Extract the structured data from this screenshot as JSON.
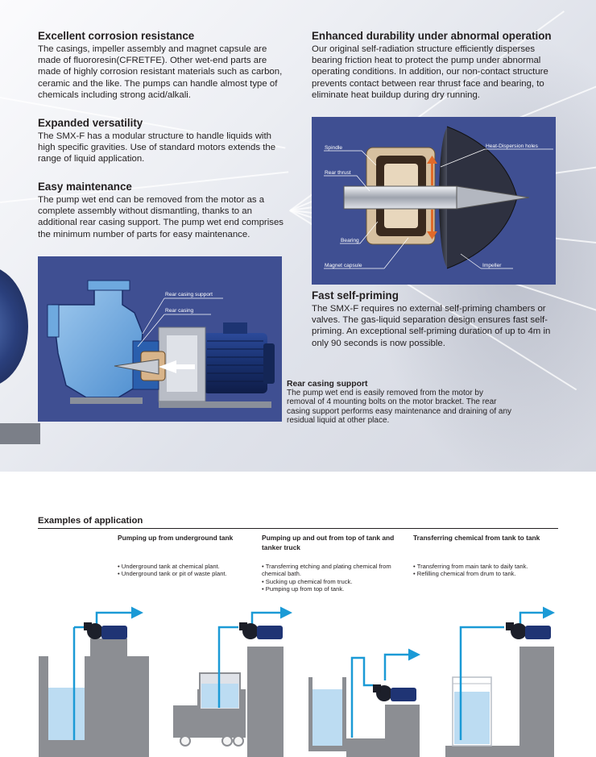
{
  "sections": {
    "corrosion": {
      "heading": "Excellent corrosion resistance",
      "body": "The casings, impeller assembly and magnet capsule are made of fluororesin(CFRETFE). Other wet-end parts are made of highly corrosion resistant materials such as carbon, ceramic and the like. The pumps can handle almost type of chemicals including strong acid/alkali."
    },
    "versatility": {
      "heading": "Expanded versatility",
      "body": "The SMX-F has a modular structure to handle liquids with high specific gravities. Use of standard motors extends the range of liquid application."
    },
    "maintenance": {
      "heading": "Easy maintenance",
      "body": "The pump wet end can be removed from the motor as a complete assembly without dismantling, thanks to an additional rear casing support. The pump wet end comprises the minimum number of parts for easy maintenance."
    },
    "durability": {
      "heading": "Enhanced durability under abnormal operation",
      "body": "Our original self-radiation structure efficiently disperses bearing friction heat to protect the pump under abnormal operating conditions. In addition, our non-contact structure prevents contact between rear thrust face and bearing, to eliminate heat buildup during dry running."
    },
    "self_priming": {
      "heading": "Fast self-priming",
      "body": "The SMX-F requires no external self-priming chambers or valves. The gas-liquid separation design ensures fast self-priming. An exceptional self-priming duration of up to 4m in only 90 seconds is now possible."
    },
    "rear_casing_support": {
      "heading": "Rear casing support",
      "body": "The pump wet end is easily removed from the motor by removal of 4 mounting bolts on the motor bracket. The rear casing support performs easy maintenance and draining of any residual liquid at other place."
    }
  },
  "figure_pump": {
    "labels": [
      "Rear casing support",
      "Rear casing"
    ]
  },
  "figure_bearing": {
    "labels": [
      "Spindle",
      "Rear thrust",
      "Bearing",
      "Magnet capsule",
      "Heat-Dispersion holes",
      "Impeller"
    ]
  },
  "applications": {
    "title": "Examples of application",
    "columns": [
      {
        "title": "Pumping up from underground tank",
        "items": [
          "Underground tank at chemical plant.",
          "Underground tank or pit of waste plant."
        ]
      },
      {
        "title": "Pumping up and out from top of tank and tanker truck",
        "items": [
          "Transferring etching and plating chemical from chemical bath.",
          "Sucking up chemical from truck.",
          "Pumping up from top of tank."
        ]
      },
      {
        "title": "Transferring chemical from tank to tank",
        "items": [
          "Transferring from main tank to daily tank.",
          "Refilling chemical from drum to tank."
        ]
      }
    ]
  },
  "colors": {
    "figure_bg": "#3f4f92",
    "pipe_blue": "#1b9ad6",
    "liquid": "#bcdcf2",
    "concrete": "#8c8e93",
    "motor": "#1f3474"
  }
}
